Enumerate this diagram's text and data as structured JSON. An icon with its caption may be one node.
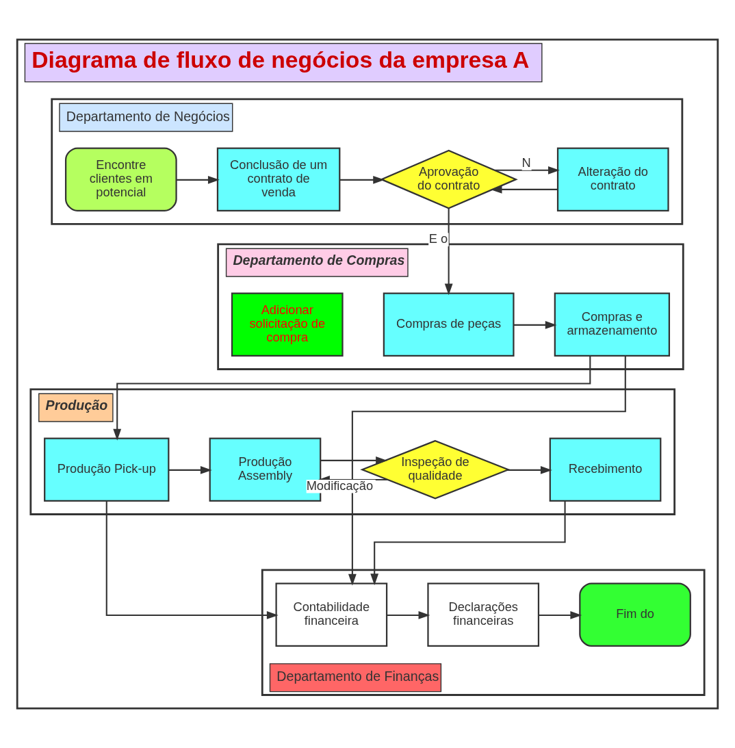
{
  "diagram": {
    "nodes": [
      {
        "text": [
          "Diagrama de fluxo de negócios da empresa A"
        ]
      },
      {
        "text": [
          "Departamento de Negócios"
        ],
        "in": 0
      },
      {
        "text": [
          "Departamento de Compras"
        ],
        "in": 0
      },
      {
        "text": [
          "Produção"
        ],
        "in": 0
      },
      {
        "text": [
          "Departamento de Finanças"
        ],
        "in": 0
      },
      {
        "text": [
          "Encontre clientes em potencial"
        ],
        "in": 1
      },
      {
        "text": [
          "Conclusão de um contrato de venda"
        ],
        "in": 1
      },
      {
        "text": [
          "Aprovação do contrato"
        ],
        "in": 1
      },
      {
        "text": [
          "Alteração do contrato"
        ],
        "in": 1
      },
      {
        "text": [
          "Compras e armazenamento"
        ],
        "in": 2
      },
      {
        "text": [
          "Compras de peças"
        ],
        "in": 2
      },
      {
        "text": [
          "Adicionar solicitação de compra"
        ],
        "in": 2
      },
      {
        "text": [
          "Produção Pick-up"
        ],
        "in": 3
      },
      {
        "text": [
          "Produção Assembly"
        ],
        "in": 3
      },
      {
        "text": [
          "Inspeção de qualidade"
        ],
        "in": 3
      },
      {
        "text": [
          "Recebimento"
        ],
        "in": 3
      },
      {
        "text": [
          "Contabilidade financeira"
        ],
        "in": 4
      },
      {
        "text": [
          "Declarações financeiras"
        ],
        "in": 4
      },
      {
        "text": [
          "Fim do"
        ],
        "in": 4
      }
    ],
    "edges": [
      {
        "from": 5,
        "to": 6,
        "arrow": "to"
      },
      {
        "from": 6,
        "to": 7,
        "arrow": "to"
      },
      {
        "from": 7,
        "to": 8,
        "arrow": "to",
        "label": "N"
      },
      {
        "from": 8,
        "to": 7,
        "arrow": "to"
      },
      {
        "from": 7,
        "to": 10,
        "arrow": "to",
        "label": "E o"
      },
      {
        "from": 10,
        "to": 9,
        "arrow": "to"
      },
      {
        "from": 9,
        "to": 12,
        "arrow": "to"
      },
      {
        "from": 9,
        "to": 16,
        "arrow": "to"
      },
      {
        "from": 12,
        "to": 13,
        "arrow": "to"
      },
      {
        "from": 12,
        "to": 16,
        "arrow": "to"
      },
      {
        "from": 13,
        "to": 14,
        "arrow": "to"
      },
      {
        "from": 14,
        "to": 13,
        "arrow": "to",
        "label": "Modificação"
      },
      {
        "from": 14,
        "to": 15,
        "arrow": "to"
      },
      {
        "from": 15,
        "to": 16,
        "arrow": "to"
      },
      {
        "from": 16,
        "to": 17,
        "arrow": "to"
      },
      {
        "from": 17,
        "to": 18,
        "arrow": "to"
      }
    ]
  }
}
